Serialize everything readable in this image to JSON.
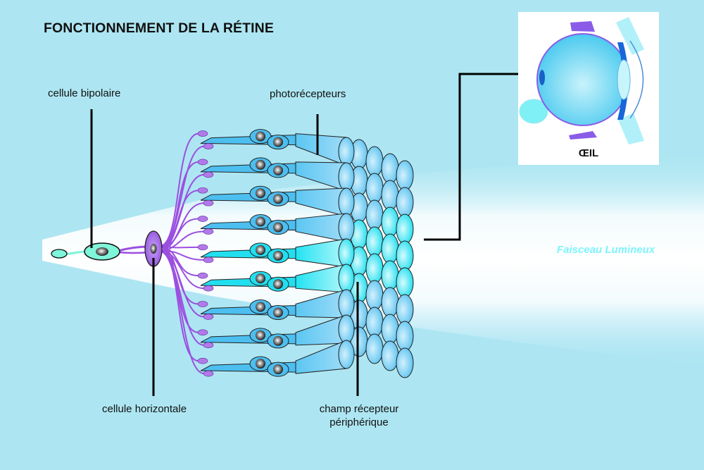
{
  "title": "FONCTIONNEMENT DE LA RÉTINE",
  "labels": {
    "bipolar_cell": "cellule bipolaire",
    "photoreceptors": "photorécepteurs",
    "horizontal_cell": "cellule horizontale",
    "receptive_field_line1": "champ récepteur",
    "receptive_field_line2": "périphérique",
    "light_beam": "Faisceau Lumineux",
    "eye": "ŒIL"
  },
  "colors": {
    "background": "#ade6f2",
    "beam": "#ffffff",
    "photoreceptor_blue": "#4cc3f3",
    "photoreceptor_cyan": "#1fe6f2",
    "horizontal_cell": "#9b5de5",
    "bipolar_cell": "#7ff5d9",
    "beam_label": "#7df4fb",
    "leader_line": "#000000"
  }
}
